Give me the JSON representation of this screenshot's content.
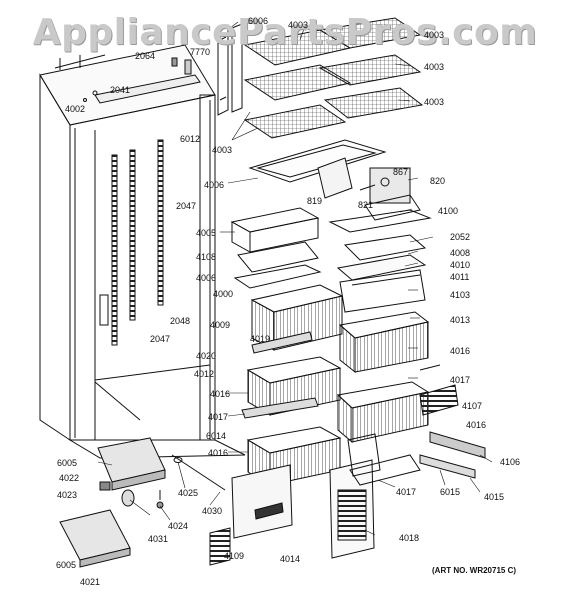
{
  "watermark": "AppliancePartsPros.com",
  "art_number": "(ART NO. WR20715 C)",
  "labels": {
    "p6006a": "6006",
    "p4003a": "4003",
    "p4003b": "4003",
    "p4003c": "4003",
    "p4003d": "4003",
    "p4003e": "4003",
    "p2064": "2064",
    "p7770": "7770",
    "p2041": "2041",
    "p4002": "4002",
    "p6012": "6012",
    "p4006a": "4006",
    "p867": "867",
    "p820": "820",
    "p819": "819",
    "p821": "821",
    "p2047a": "2047",
    "p4100": "4100",
    "p4005": "4005",
    "p2052": "2052",
    "p4008": "4008",
    "p4108": "4108",
    "p4010": "4010",
    "p4011": "4011",
    "p4006b": "4006",
    "p4103": "4103",
    "p4000": "4000",
    "p4013": "4013",
    "p2048": "2048",
    "p4009": "4009",
    "p2047b": "2047",
    "p4019": "4019",
    "p4016a": "4016",
    "p4020": "4020",
    "p4012": "4012",
    "p4017a": "4017",
    "p4016b": "4016",
    "p4107": "4107",
    "p4017b": "4017",
    "p4016c": "4016",
    "p6014": "6014",
    "p4016d": "4016",
    "p4106": "4106",
    "p6005a": "6005",
    "p4022": "4022",
    "p4023": "4023",
    "p4025": "4025",
    "p4017c": "4017",
    "p6015": "6015",
    "p4015": "4015",
    "p4024": "4024",
    "p4030": "4030",
    "p4031": "4031",
    "p4018": "4018",
    "p6005b": "6005",
    "p4109": "4109",
    "p4014": "4014",
    "p4021": "4021"
  }
}
